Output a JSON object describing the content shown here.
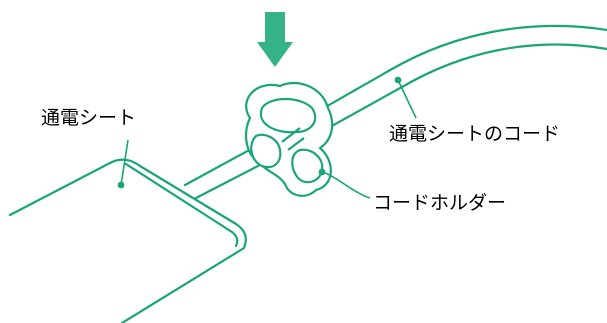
{
  "labels": {
    "sheet": "通電シート",
    "sheet_cord": "通電シートのコード",
    "cord_holder": "コードホルダー"
  },
  "colors": {
    "accent": "#1aa579",
    "arrow": "#34b486",
    "label_text": "#000000",
    "background": "#ffffff"
  },
  "icons": {
    "press_direction": "down-arrow-icon"
  }
}
